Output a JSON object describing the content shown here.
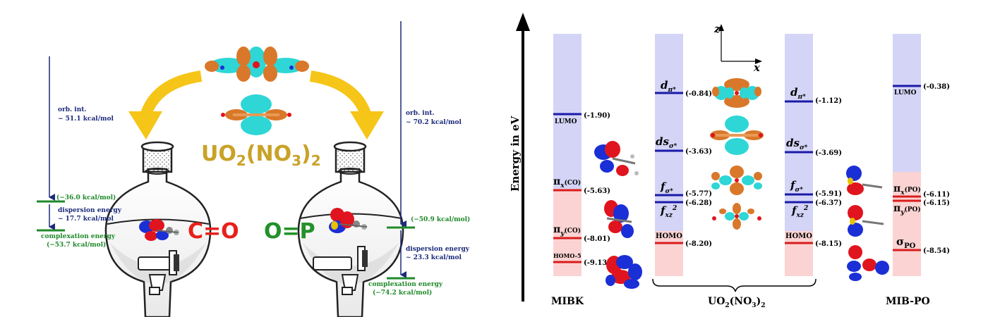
{
  "left_panel": {
    "formula": {
      "base": "UO",
      "sub1": "2",
      "mid": "(NO",
      "sub2": "3",
      "end": ")",
      "sub3": "2"
    },
    "left_funnel": {
      "bond_label": "C=O"
    },
    "right_funnel": {
      "bond_label": "O=P"
    },
    "left_energy": {
      "orb_int_line1": "orb. int.",
      "orb_int_line2": "~ 51.1 kcal/mol",
      "level1": "(−36.0 kcal/mol)",
      "dispersion_line1": "dispersion energy",
      "dispersion_line2": "~ 17.7 kcal/mol",
      "complexation_line1": "complexation energy",
      "complexation_line2": "(−53.7 kcal/mol)"
    },
    "right_energy": {
      "orb_int_line1": "orb. int.",
      "orb_int_line2": "~ 70.2 kcal/mol",
      "level1": "(−50.9 kcal/mol)",
      "dispersion_line1": "dispersion energy",
      "dispersion_line2": "~ 23.3 kcal/mol",
      "complexation_line1": "complexation energy",
      "complexation_line2": "(−74.2 kcal/mol)"
    },
    "colors": {
      "arrow_blue": "#1b2a7a",
      "level_green": "#1f8a2a",
      "gold": "#f5c518",
      "formula_gold": "#c9a227",
      "co_red": "#e8201b",
      "op_green": "#23912a"
    }
  },
  "right_panel": {
    "axis_label": "Energy in eV",
    "axes": {
      "z": "z",
      "x": "x"
    },
    "columns": {
      "mibk": "MIBK",
      "uo2_base": "UO",
      "uo2_sub1": "2",
      "uo2_mid": "(NO",
      "uo2_sub2": "3",
      "uo2_end": ")",
      "uo2_sub3": "2",
      "mibpo": "MIB-PO"
    },
    "mibk": {
      "lumo_label": "LUMO",
      "lumo_value": "(-1.90)",
      "pix_label": "π",
      "pix_sub": "x",
      "pix_paren": "(CO)",
      "pix_value": "(-5.63)",
      "piy_label": "π",
      "piy_sub": "y",
      "piy_paren": "(CO)",
      "piy_value": "(-8.01)",
      "homo5_label": "HOMO-5",
      "homo5_value": "(-9.13)"
    },
    "uo2_left": {
      "dpi_label": "d",
      "dpi_sub": "π*",
      "dpi_value": "(-0.84)",
      "dsig_label": "ds",
      "dsig_sub": "σ*",
      "dsig_value": "(-3.63)",
      "fsig_label": "f",
      "fsig_sub": "σ*",
      "fsig_value": "(-5.77)",
      "fxz_label": "f",
      "fxz_sub": "xz",
      "fxz_sup": "2",
      "fxz_value": "(-6.28)",
      "homo_label": "HOMO",
      "homo_value": "(-8.20)"
    },
    "uo2_right": {
      "dpi_label": "d",
      "dpi_sub": "π*",
      "dpi_value": "(-1.12)",
      "dsig_label": "ds",
      "dsig_sub": "σ*",
      "dsig_value": "(-3.69)",
      "fsig_label": "f",
      "fsig_sub": "σ*",
      "fsig_value": "(-5.91)",
      "fxz_label": "f",
      "fxz_sub": "xz",
      "fxz_sup": "2",
      "fxz_value": "(-6.37)",
      "homo_label": "HOMO",
      "homo_value": "(-8.15)"
    },
    "mibpo": {
      "lumo_label": "LUMO",
      "lumo_value": "(-0.38)",
      "pix_label": "π",
      "pix_sub": "x",
      "pix_paren": "(PO)",
      "pix_value": "(-6.11)",
      "piy_label": "π",
      "piy_sub": "y",
      "piy_paren": "(PO)",
      "piy_value": "(-6.15)",
      "sig_label": "σ",
      "sig_sub": "PO",
      "sig_value": "(-8.54)"
    },
    "colors": {
      "virtual_fill": "#d4d4f7",
      "occupied_fill": "#fbd3d3",
      "virtual_line": "#1a1aa8",
      "occupied_line": "#d91c1c",
      "orbital_red": "#e0141e",
      "orbital_blue": "#1a2fd6",
      "orbital_cyan": "#2ed6d6",
      "orbital_orange": "#d9782a"
    }
  }
}
